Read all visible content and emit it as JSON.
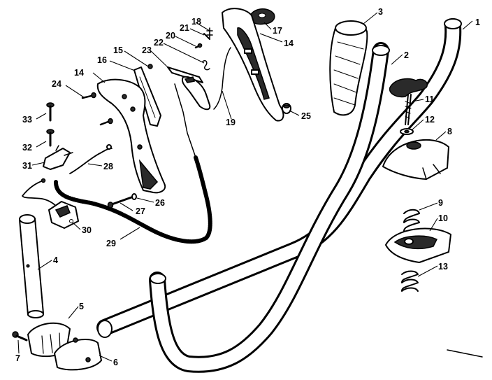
{
  "callouts": {
    "c1": "1",
    "c2": "2",
    "c3": "3",
    "c4": "4",
    "c5": "5",
    "c6": "6",
    "c7": "7",
    "c8": "8",
    "c9": "9",
    "c10": "10",
    "c11": "11",
    "c12": "12",
    "c13": "13",
    "c14a": "14",
    "c14b": "14",
    "c15": "15",
    "c16": "16",
    "c17": "17",
    "c18": "18",
    "c19": "19",
    "c20": "20",
    "c21": "21",
    "c22": "22",
    "c23": "23",
    "c24": "24",
    "c25": "25",
    "c26": "26",
    "c27": "27",
    "c28": "28",
    "c29": "29",
    "c30": "30",
    "c31": "31",
    "c32": "32",
    "c33": "33"
  },
  "colors": {
    "ink": "#000000",
    "paper": "#ffffff",
    "shade": "#2a2a2a"
  }
}
